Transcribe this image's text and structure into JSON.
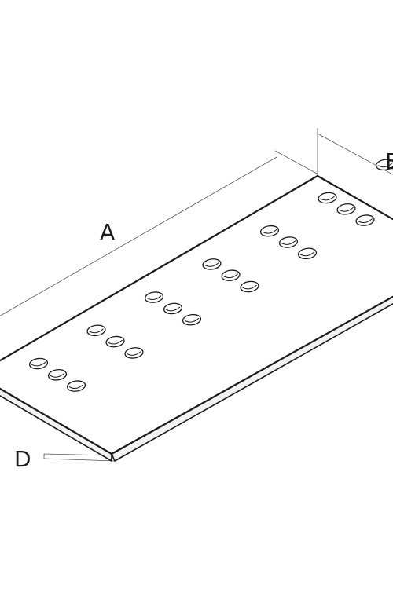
{
  "labels": {
    "length": "A",
    "width": "B",
    "thickness": "D"
  },
  "holes": {
    "rows": 3,
    "columns": 7
  }
}
